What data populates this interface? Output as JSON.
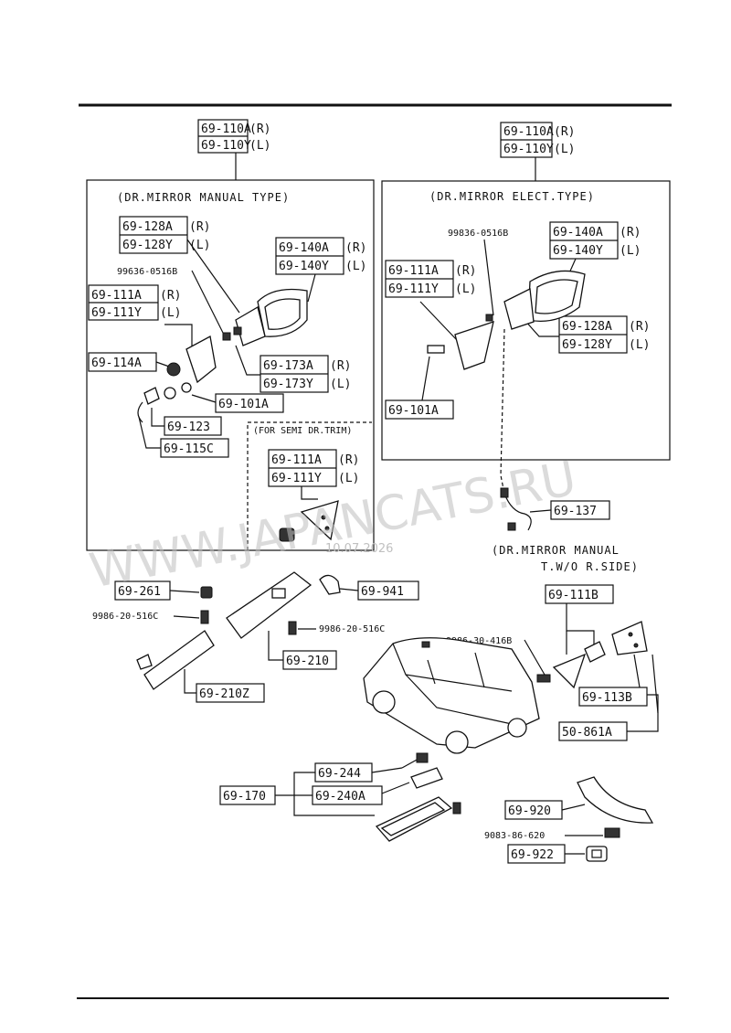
{
  "labels": {
    "top_left_r": "69-110A",
    "top_left_l": "69-110Y",
    "top_right_r": "69-110A",
    "top_right_l": "69-110Y",
    "rl_r": "(R)",
    "rl_l": "(L)",
    "manual_type": "(DR.MIRROR MANUAL TYPE)",
    "elect_type": "(DR.MIRROR ELECT.TYPE)",
    "m_128a": "69-128A",
    "m_128y": "69-128Y",
    "m_140a": "69-140A",
    "m_140y": "69-140Y",
    "m_bolt": "99636-0516B",
    "m_111a": "69-111A",
    "m_111y": "69-111Y",
    "m_114a": "69-114A",
    "m_173a": "69-173A",
    "m_173y": "69-173Y",
    "m_101a": "69-101A",
    "m_123": "69-123",
    "m_115c": "69-115C",
    "semi_trim": "(FOR SEMI DR.TRIM)",
    "s_111a": "69-111A",
    "s_111y": "69-111Y",
    "e_bolt": "99836-0516B",
    "e_140a": "69-140A",
    "e_140y": "69-140Y",
    "e_111a": "69-111A",
    "e_111y": "69-111Y",
    "e_128a": "69-128A",
    "e_128y": "69-128Y",
    "e_101a": "69-101A",
    "e_137": "69-137",
    "wo_title1": "(DR.MIRROR MANUAL",
    "wo_title2": "T.W/O R.SIDE)",
    "wo_111b": "69-111B",
    "wo_bolt": "9986-30-416B",
    "wo_113b": "69-113B",
    "wo_861a": "50-861A",
    "v_261": "69-261",
    "v_941": "69-941",
    "v_screw_a": "9986-20-516C",
    "v_screw_b": "9986-20-516C",
    "v_210": "69-210",
    "v_210z": "69-210Z",
    "r_244": "69-244",
    "r_170": "69-170",
    "r_240a": "69-240A",
    "g_920": "69-920",
    "g_screw": "9083-86-620",
    "g_922": "69-922",
    "watermark": "WWW.JAPANCATS.RU",
    "watermark_date": "10.07.2026"
  }
}
